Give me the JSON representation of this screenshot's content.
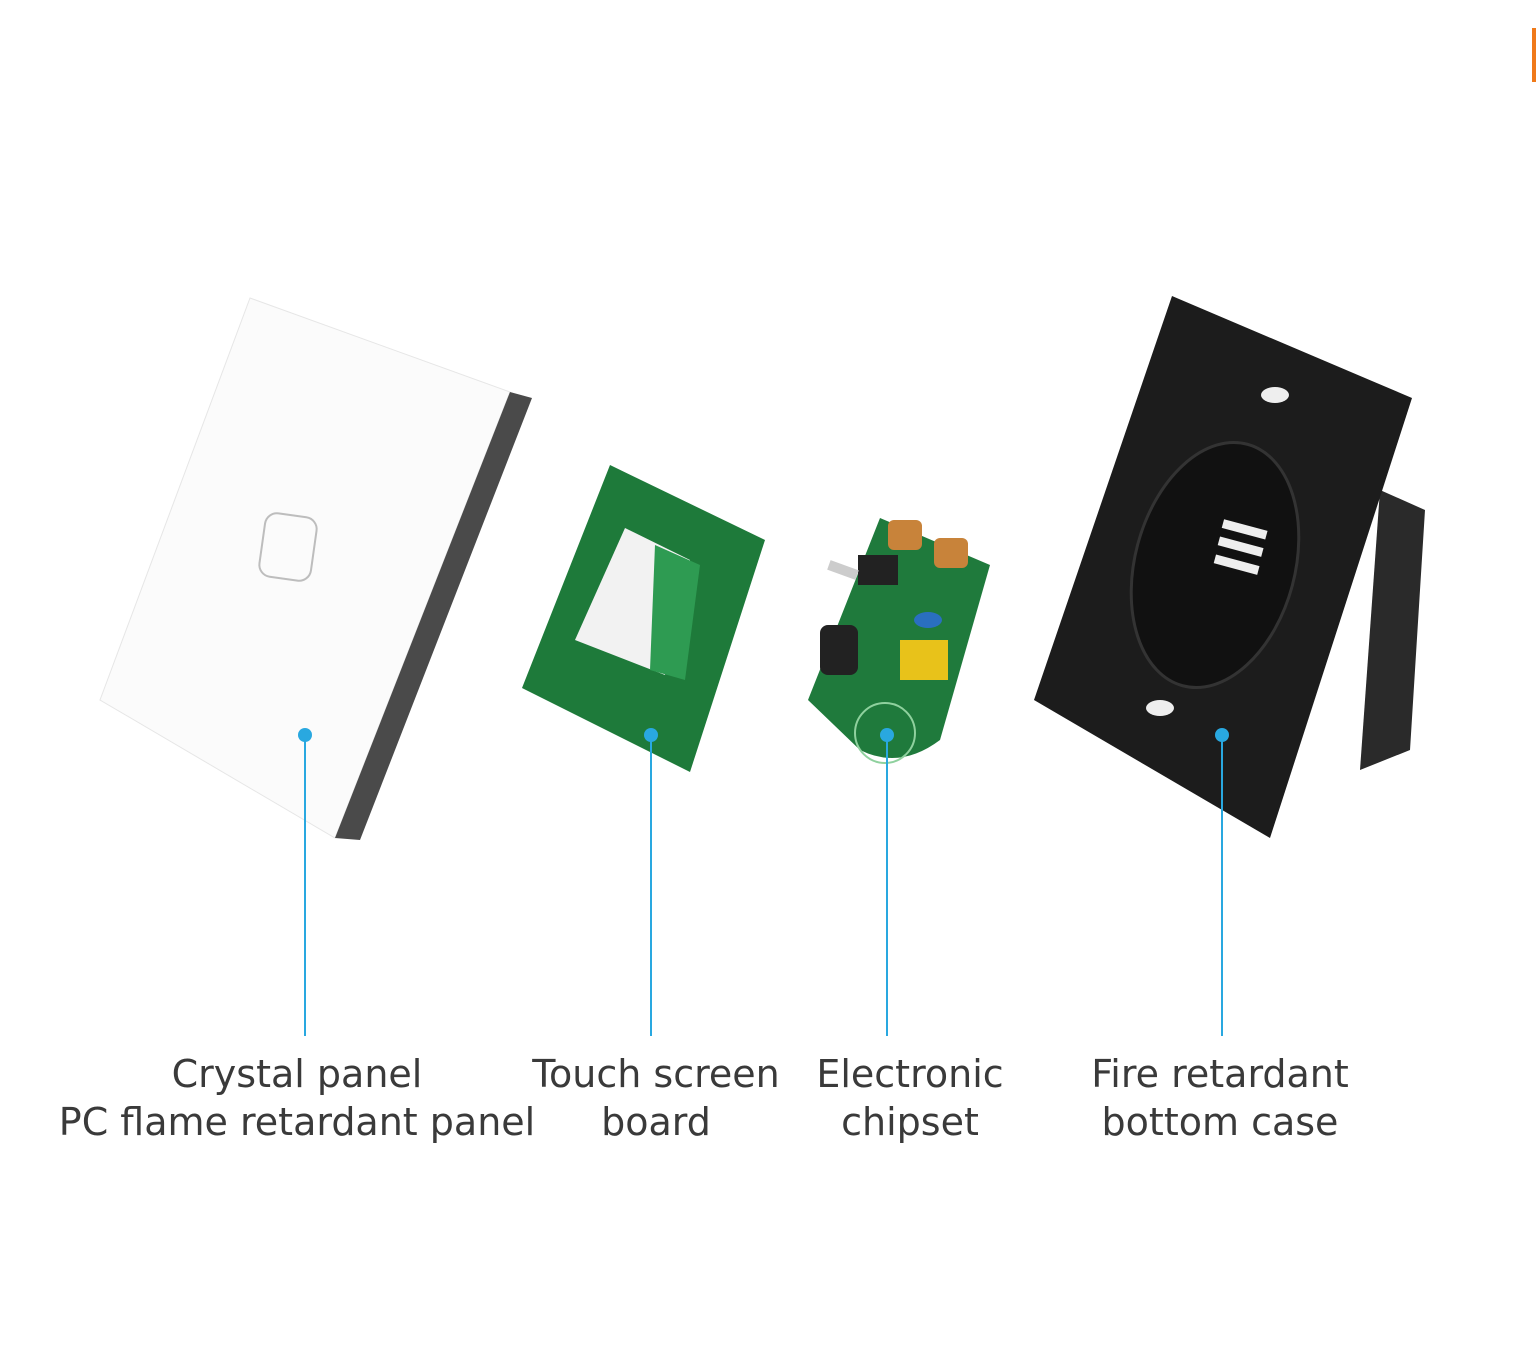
{
  "colors": {
    "leader_line": "#29a8e0",
    "label_text": "#3a3a3a",
    "pcb_green": "#1e7a3a",
    "case_black": "#1c1c1c"
  },
  "components": [
    {
      "id": "crystal-panel",
      "lines": [
        "Crystal panel",
        "PC flame retardant panel"
      ]
    },
    {
      "id": "touch-screen-board",
      "lines": [
        "Touch screen",
        "board"
      ]
    },
    {
      "id": "electronic-chipset",
      "lines": [
        "Electronic",
        "chipset"
      ]
    },
    {
      "id": "bottom-case",
      "lines": [
        "Fire retardant",
        "bottom case"
      ]
    }
  ]
}
